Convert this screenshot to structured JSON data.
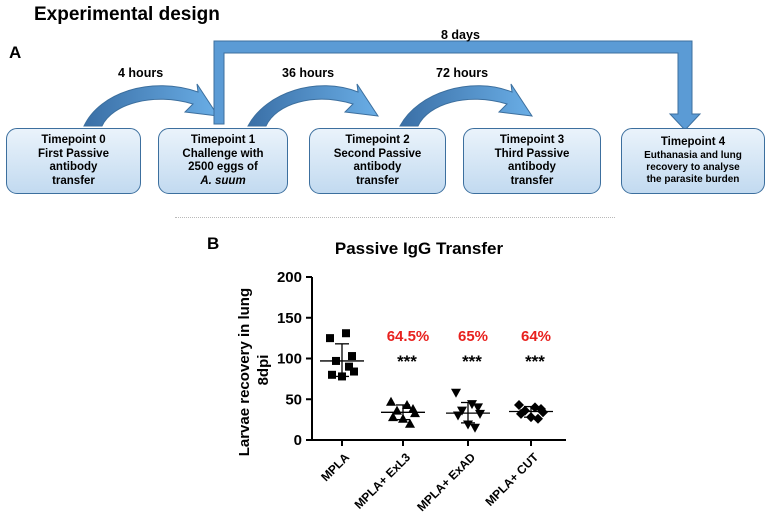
{
  "figure": {
    "heading": "Experimental design",
    "panel_a_label": "A",
    "panel_b_label": "B"
  },
  "timeline": {
    "intervals": [
      "4 hours",
      "36 hours",
      "72 hours",
      "8 days"
    ],
    "timepoints": [
      {
        "lines": [
          "Timepoint 0",
          "First Passive",
          "antibody",
          "transfer"
        ]
      },
      {
        "lines": [
          "Timepoint 1",
          "Challenge with",
          "2500 eggs of",
          "A. suum"
        ]
      },
      {
        "lines": [
          "Timepoint 2",
          "Second Passive",
          "antibody",
          "transfer"
        ]
      },
      {
        "lines": [
          "Timepoint 3",
          "Third Passive",
          "antibody",
          "transfer"
        ]
      },
      {
        "lines": [
          "Timepoint 4",
          "Euthanasia and lung",
          "recovery to analyse",
          "the parasite burden"
        ]
      }
    ],
    "arrow_color": "#5b9bd5",
    "box_border_color": "#3c6f9e"
  },
  "chart_data": {
    "type": "scatter",
    "title": "Passive IgG Transfer",
    "ylabel": "Larvae recovery in lung 8dpi",
    "ylim": [
      0,
      200
    ],
    "yticks": [
      "0",
      "50",
      "100",
      "150",
      "200"
    ],
    "categories": [
      "MPLA",
      "MPLA+ ExL3",
      "MPLA+ ExAD",
      "MPLA+ CUT"
    ],
    "markers": [
      "square",
      "triangle-up",
      "triangle-down",
      "diamond"
    ],
    "groups": [
      {
        "name": "MPLA",
        "values": [
          125,
          131,
          103,
          97,
          84,
          80,
          78,
          90
        ],
        "mean": 97,
        "sd_low": 78,
        "sd_high": 118,
        "percent": "",
        "significance": ""
      },
      {
        "name": "MPLA+ ExL3",
        "values": [
          47,
          43,
          38,
          36,
          33,
          28,
          26,
          20
        ],
        "mean": 34,
        "sd_low": 25,
        "sd_high": 43,
        "percent": "64.5%",
        "significance": "***"
      },
      {
        "name": "MPLA+ ExAD",
        "values": [
          58,
          44,
          40,
          36,
          32,
          30,
          19,
          15
        ],
        "mean": 33,
        "sd_low": 21,
        "sd_high": 46,
        "percent": "65%",
        "significance": "***"
      },
      {
        "name": "MPLA+ CUT",
        "values": [
          43,
          40,
          38,
          36,
          34,
          32,
          28,
          26
        ],
        "mean": 35,
        "sd_low": 28,
        "sd_high": 41,
        "percent": "64%",
        "significance": "***"
      }
    ],
    "percent_color": "#e8211e"
  }
}
